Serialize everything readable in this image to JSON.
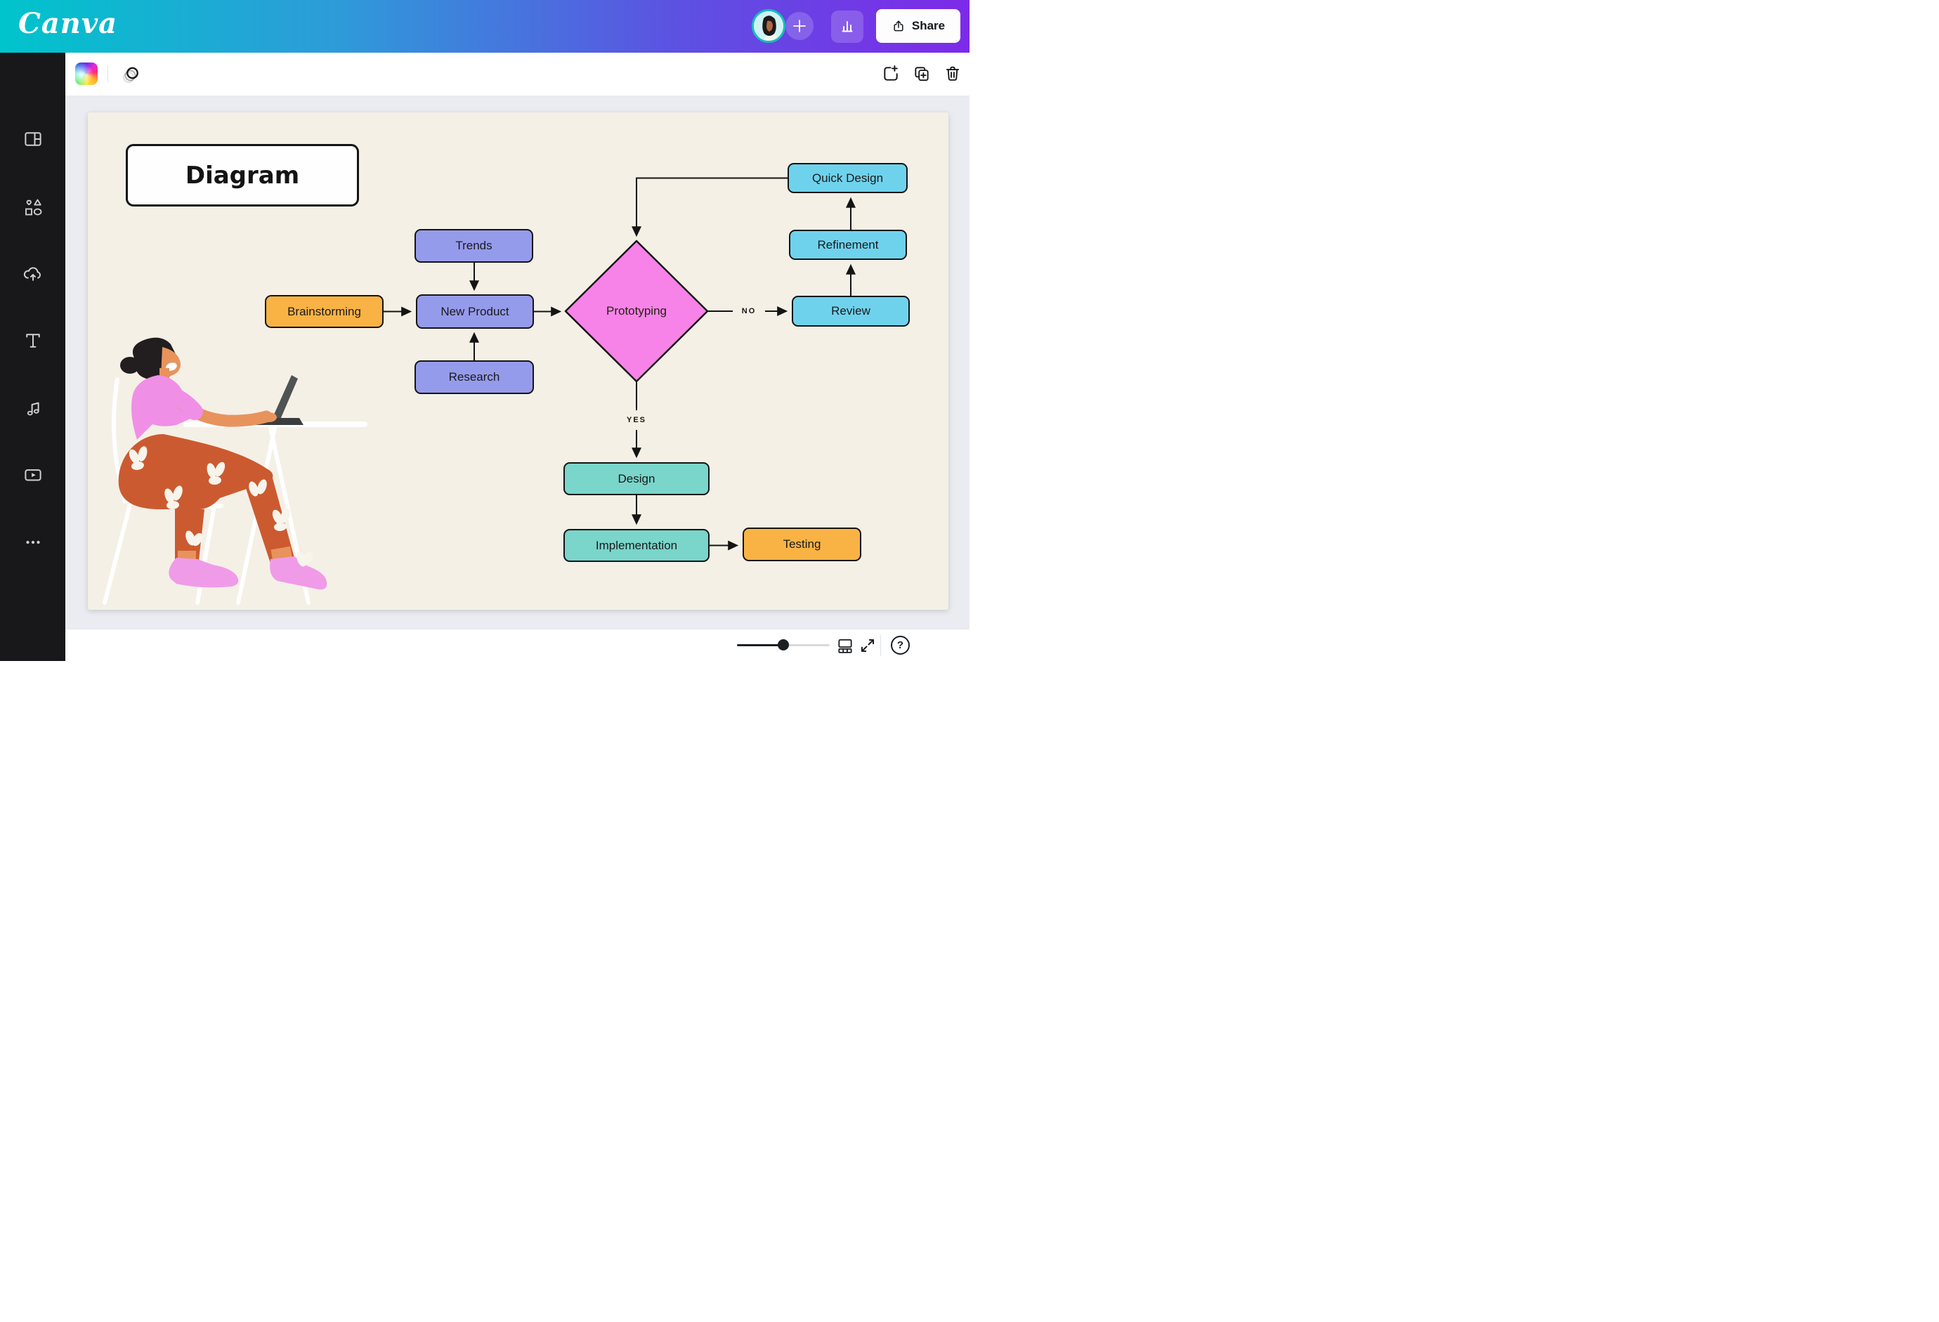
{
  "app": {
    "name": "Canva"
  },
  "topbar": {
    "share_label": "Share",
    "buttons": [
      "user-avatar",
      "add-design",
      "insights-chart",
      "share"
    ]
  },
  "sidebar": {
    "items": [
      {
        "name": "templates",
        "icon": "templates-icon"
      },
      {
        "name": "elements",
        "icon": "elements-icon"
      },
      {
        "name": "uploads",
        "icon": "cloud-upload-icon"
      },
      {
        "name": "text",
        "icon": "text-icon"
      },
      {
        "name": "audio",
        "icon": "music-note-icon"
      },
      {
        "name": "videos",
        "icon": "video-icon"
      },
      {
        "name": "more",
        "icon": "ellipsis-icon"
      }
    ]
  },
  "toolbar": {
    "buttons": [
      "color-picker",
      "animate",
      "add-page",
      "duplicate-page",
      "delete-page"
    ]
  },
  "canvas": {
    "title": "Diagram",
    "diagram": {
      "nodes": {
        "trends": {
          "label": "Trends",
          "color": "#959BEB"
        },
        "new_product": {
          "label": "New Product",
          "color": "#959BEB"
        },
        "research": {
          "label": "Research",
          "color": "#959BEB"
        },
        "brainstorming": {
          "label": "Brainstorming",
          "color": "#F9B344"
        },
        "prototyping": {
          "label": "Prototyping",
          "color": "#F783E9",
          "shape": "diamond"
        },
        "quick_design": {
          "label": "Quick Design",
          "color": "#6FD2ED"
        },
        "refinement": {
          "label": "Refinement",
          "color": "#6FD2ED"
        },
        "review": {
          "label": "Review",
          "color": "#6FD2ED"
        },
        "design": {
          "label": "Design",
          "color": "#7AD5CB"
        },
        "implementation": {
          "label": "Implementation",
          "color": "#7AD5CB"
        },
        "testing": {
          "label": "Testing",
          "color": "#F9B344"
        }
      },
      "edge_labels": {
        "no": "NO",
        "yes": "YES"
      },
      "edges": [
        {
          "from": "Trends",
          "to": "New Product"
        },
        {
          "from": "Research",
          "to": "New Product"
        },
        {
          "from": "Brainstorming",
          "to": "New Product"
        },
        {
          "from": "New Product",
          "to": "Prototyping"
        },
        {
          "from": "Prototyping",
          "to": "Review",
          "label": "NO"
        },
        {
          "from": "Review",
          "to": "Refinement"
        },
        {
          "from": "Refinement",
          "to": "Quick Design"
        },
        {
          "from": "Quick Design",
          "to": "Prototyping"
        },
        {
          "from": "Prototyping",
          "to": "Design",
          "label": "YES"
        },
        {
          "from": "Design",
          "to": "Implementation"
        },
        {
          "from": "Implementation",
          "to": "Testing"
        }
      ]
    }
  },
  "bottombar": {
    "help_glyph": "?",
    "zoom_slider_fraction": 0.5
  },
  "colors": {
    "topbar_gradient": [
      "#00C4CC",
      "#7D2AE8"
    ],
    "sidebar_bg": "#18181A",
    "workspace_bg": "#EBECF1",
    "page_bg": "#F4F0E6",
    "node_border": "#141414"
  }
}
